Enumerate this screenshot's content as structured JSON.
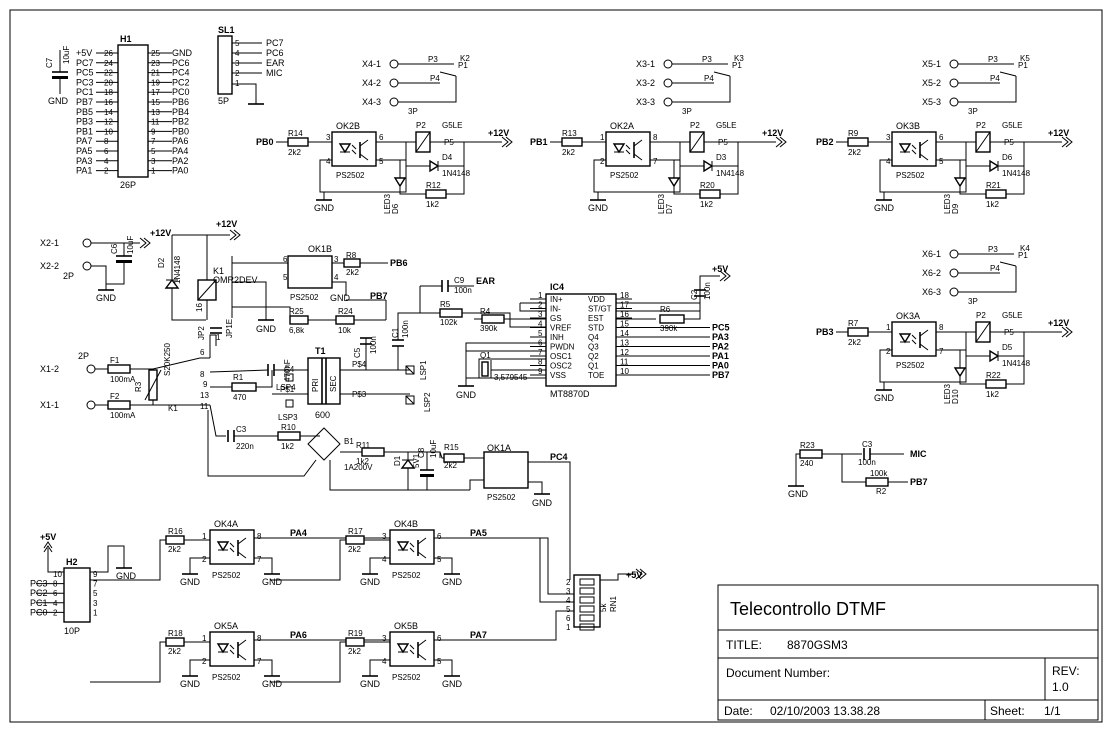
{
  "title_block": {
    "project": "Telecontrollo DTMF",
    "title_label": "TITLE:",
    "title_value": "8870GSM3",
    "doc_label": "Document Number:",
    "rev_label": "REV:",
    "rev_value": "1.0",
    "date_label": "Date:",
    "date_value": "02/10/2003 13.38.28",
    "sheet_label": "Sheet:",
    "sheet_value": "1/1"
  },
  "h1": {
    "ref": "H1",
    "footprint": "26P",
    "left_labels": [
      "+5V",
      "PC7",
      "PC5",
      "PC3",
      "PC1",
      "PB7",
      "PB5",
      "PB3",
      "PB1",
      "PA7",
      "PA5",
      "PA3",
      "PA1"
    ],
    "left_pins": [
      "26",
      "24",
      "22",
      "20",
      "18",
      "16",
      "14",
      "12",
      "10",
      "8",
      "6",
      "4",
      "2"
    ],
    "right_pins": [
      "25",
      "23",
      "21",
      "19",
      "17",
      "15",
      "13",
      "11",
      "9",
      "7",
      "5",
      "3",
      "1"
    ],
    "right_labels": [
      "GND",
      "PC6",
      "PC4",
      "PC2",
      "PC0",
      "PB6",
      "PB4",
      "PB2",
      "PB0",
      "PA6",
      "PA4",
      "PA2",
      "PA0"
    ]
  },
  "c7": {
    "ref": "C7",
    "value": "10uF",
    "gnd": "GND"
  },
  "sl1": {
    "ref": "SL1",
    "footprint": "5P",
    "pins": [
      "5",
      "4",
      "3",
      "2",
      "1"
    ],
    "labels": [
      "PC7",
      "PC6",
      "EAR",
      "MIC",
      ""
    ]
  },
  "relay_groups": [
    {
      "x1": "X4-1",
      "x2": "X4-2",
      "x3": "X4-3",
      "fp": "3P",
      "k": "K2",
      "p1": "P1",
      "p3": "P3",
      "p4": "P4",
      "in": "PB0",
      "r": "R14",
      "rv": "2k2",
      "ok": "OK2B",
      "okp": [
        "3",
        "4",
        "6",
        "5"
      ],
      "relay": "G5LE",
      "p2": "P2",
      "p5": "P5",
      "pwr": "+12V",
      "d": "D4",
      "dv": "1N4148",
      "led": "LED3",
      "ledd": "D6",
      "rl": "R12",
      "rlv": "1k2",
      "okt": "PS2502",
      "gnd": "GND"
    },
    {
      "x1": "X3-1",
      "x2": "X3-2",
      "x3": "X3-3",
      "fp": "3P",
      "k": "K3",
      "p1": "P1",
      "p3": "P3",
      "p4": "P4",
      "in": "PB1",
      "r": "R13",
      "rv": "2k2",
      "ok": "OK2A",
      "okp": [
        "1",
        "2",
        "8",
        "7"
      ],
      "relay": "G5LE",
      "p2": "P2",
      "p5": "P5",
      "pwr": "+12V",
      "d": "D3",
      "dv": "1N4148",
      "led": "LED3",
      "ledd": "D7",
      "rl": "R20",
      "rlv": "1k2",
      "okt": "PS2502",
      "gnd": "GND"
    },
    {
      "x1": "X5-1",
      "x2": "X5-2",
      "x3": "X5-3",
      "fp": "3P",
      "k": "K5",
      "p1": "P1",
      "p3": "P3",
      "p4": "P4",
      "in": "PB2",
      "r": "R9",
      "rv": "2k2",
      "ok": "OK3B",
      "okp": [
        "3",
        "4",
        "6",
        "5"
      ],
      "relay": "G5LE",
      "p2": "P2",
      "p5": "P5",
      "pwr": "+12V",
      "d": "D6",
      "dv": "1N4148",
      "led": "LED3",
      "ledd": "D9",
      "rl": "R21",
      "rlv": "1k2",
      "okt": "PS2502",
      "gnd": "GND"
    },
    {
      "x1": "X6-1",
      "x2": "X6-2",
      "x3": "X6-3",
      "fp": "3P",
      "k": "K4",
      "p1": "P1",
      "p3": "P3",
      "p4": "P4",
      "in": "PB3",
      "r": "R7",
      "rv": "2k2",
      "ok": "OK3A",
      "okp": [
        "1",
        "2",
        "8",
        "7"
      ],
      "relay": "G5LE",
      "p2": "P2",
      "p5": "P5",
      "pwr": "+12V",
      "d": "D5",
      "dv": "1N4148",
      "led": "LED3",
      "ledd": "D10",
      "rl": "R22",
      "rlv": "1k2",
      "okt": "PS2502",
      "gnd": "GND"
    }
  ],
  "power_in": {
    "x1": "X2-1",
    "x2": "X2-2",
    "fp": "2P",
    "c": "C6",
    "cv": "10uF",
    "gnd": "GND",
    "pwr": "+12V"
  },
  "line": {
    "d2": "D2",
    "d2v": "1N4148",
    "pwr": "+12V",
    "k1": "K1",
    "k1v": "OMR2DEV",
    "k1p": [
      "16",
      "1"
    ],
    "jp2": "JP2",
    "jp1": "JP1E",
    "ok1b": "OK1B",
    "ok1bp": [
      "6",
      "5",
      "3",
      "4"
    ],
    "r8": "R8",
    "r8v": "2k2",
    "pb6": "PB6",
    "ok1bt": "PS2502",
    "gnd": "GND",
    "r25": "R25",
    "r25v": "6,8k",
    "r24": "R24",
    "r24v": "10k",
    "pb7": "PB7",
    "x12": "X1-2",
    "x11": "X1-1",
    "fp": "2P",
    "f1": "F1",
    "f1v": "100mA",
    "f2": "F2",
    "f2v": "100mA",
    "r3": "R3",
    "r3v": "S20K250",
    "r1": "R1",
    "r1v": "470",
    "c4": "C4",
    "c4v": "470nF",
    "lsp4": "LSP4",
    "lsp3": "LSP3",
    "p1": "P$1",
    "t1": "T1",
    "t1v": "600",
    "pri": "PRI",
    "sec": "SEC",
    "c5": "C5",
    "c5v": "100n",
    "c1": "C1",
    "c1v": "100n",
    "p4": "P$4",
    "p3": "P$3",
    "lsp1": "LSP1",
    "lsp2": "LSP2",
    "c3": "C3",
    "c3v": "220n",
    "r10": "R10",
    "r10v": "1k2",
    "b1": "B1",
    "b1v": "1A200V",
    "r11": "R11",
    "r11v": "1k2",
    "d1": "D1",
    "d1v": "5V1",
    "c8": "C8",
    "c8v": "10uF",
    "r15": "R15",
    "r15v": "2k2",
    "ok1a": "OK1A",
    "ok1at": "PS2502",
    "pc4": "PC4",
    "pins": [
      "6",
      "8",
      "9",
      "13",
      "11",
      "1"
    ]
  },
  "ic4": {
    "ref": "IC4",
    "type": "MT8870D",
    "left_pins": [
      "1",
      "2",
      "3",
      "4",
      "5",
      "6",
      "7",
      "8",
      "9"
    ],
    "left_names": [
      "IN+",
      "IN-",
      "GS",
      "VREF",
      "INH",
      "PWDN",
      "OSC1",
      "OSC2",
      "VSS"
    ],
    "right_pins": [
      "18",
      "17",
      "16",
      "15",
      "14",
      "13",
      "12",
      "11",
      "10"
    ],
    "right_names": [
      "VDD",
      "ST/GT",
      "EST",
      "STD",
      "Q4",
      "Q3",
      "Q2",
      "Q1",
      "TOE"
    ],
    "outs": [
      "",
      "",
      "",
      "PC5",
      "PA3",
      "PA2",
      "PA1",
      "PA0",
      "PB7"
    ],
    "c9": "C9",
    "c9v": "100n",
    "ear": "EAR",
    "r5": "R5",
    "r5v": "102k",
    "r4": "R4",
    "r4v": "390k",
    "r6": "R6",
    "r6v": "390k",
    "c2": "C2",
    "c2v": "100n",
    "pwr": "+5V",
    "q1": "Q1",
    "q1v": "3,579545",
    "gnd": "GND"
  },
  "mic": {
    "r23": "R23",
    "r23v": "240",
    "c3": "C3",
    "c3v": "100n",
    "mic": "MIC",
    "r2": "R2",
    "r2v": "100k",
    "pb7": "PB7",
    "gnd": "GND"
  },
  "h2": {
    "ref": "H2",
    "fp": "10P",
    "pwr": "+5V",
    "gnd": "GND",
    "labels": [
      "PC3",
      "PC2",
      "PC1",
      "PC0"
    ],
    "left_pins": [
      "10",
      "8",
      "6",
      "4",
      "2"
    ],
    "right_pins": [
      "9",
      "7",
      "5",
      "3",
      "1"
    ]
  },
  "inputs": [
    {
      "r": "R16",
      "rv": "2k2",
      "ok": "OK4A",
      "okp": [
        "1",
        "2",
        "8",
        "7"
      ],
      "out": "PA4",
      "okt": "PS2502",
      "gnd": "GND"
    },
    {
      "r": "R17",
      "rv": "2k2",
      "ok": "OK4B",
      "okp": [
        "3",
        "4",
        "6",
        "5"
      ],
      "out": "PA5",
      "okt": "PS2502",
      "gnd": "GND"
    },
    {
      "r": "R18",
      "rv": "2k2",
      "ok": "OK5A",
      "okp": [
        "1",
        "2",
        "8",
        "7"
      ],
      "out": "PA6",
      "okt": "PS2502",
      "gnd": "GND"
    },
    {
      "r": "R19",
      "rv": "2k2",
      "ok": "OK5B",
      "okp": [
        "3",
        "4",
        "6",
        "5"
      ],
      "out": "PA7",
      "okt": "PS2502",
      "gnd": "GND"
    }
  ],
  "rn1": {
    "ref": "RN1",
    "value": "5k",
    "pins": [
      "2",
      "3",
      "4",
      "5",
      "6",
      "1"
    ],
    "pwr": "+5V"
  }
}
